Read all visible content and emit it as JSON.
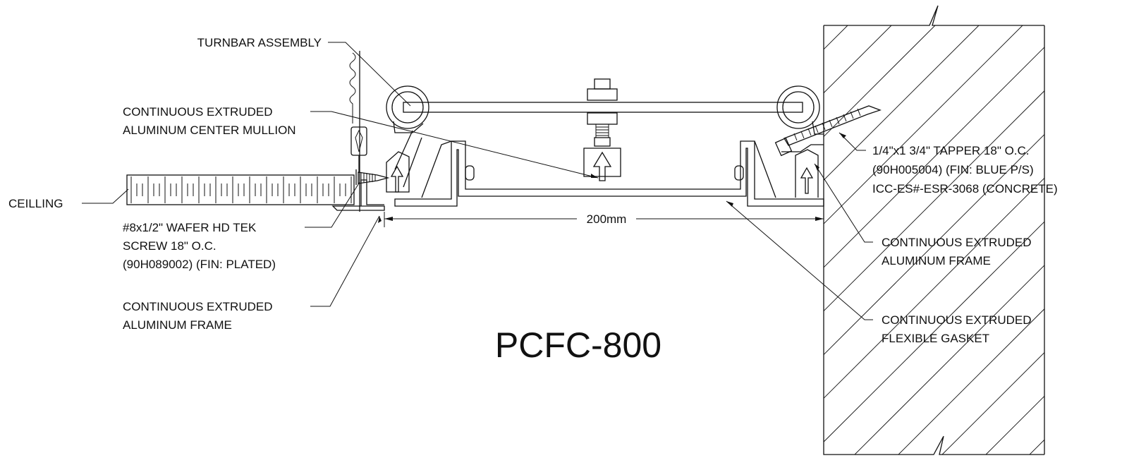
{
  "drawing": {
    "title": "PCFC-800",
    "dimension": "200mm",
    "labels": {
      "turnbar": [
        "TURNBAR ASSEMBLY"
      ],
      "center_mullion": [
        "CONTINUOUS EXTRUDED",
        "ALUMINUM CENTER MULLION"
      ],
      "ceiling": [
        "CEILLING"
      ],
      "tek_screw": [
        "#8x1/2\" WAFER HD TEK",
        "SCREW 18\" O.C.",
        "(90H089002) (FIN: PLATED)"
      ],
      "left_frame": [
        "CONTINUOUS EXTRUDED",
        "ALUMINUM FRAME"
      ],
      "tapper": [
        "1/4\"x1 3/4\" TAPPER 18\" O.C.",
        "(90H005004) (FIN: BLUE P/S)",
        "ICC-ES#-ESR-3068 (CONCRETE)"
      ],
      "right_frame": [
        "CONTINUOUS EXTRUDED",
        "ALUMINUM FRAME"
      ],
      "gasket": [
        "CONTINUOUS EXTRUDED",
        "FLEXIBLE GASKET"
      ]
    }
  },
  "colors": {
    "line": "#111111",
    "background": "#ffffff"
  }
}
